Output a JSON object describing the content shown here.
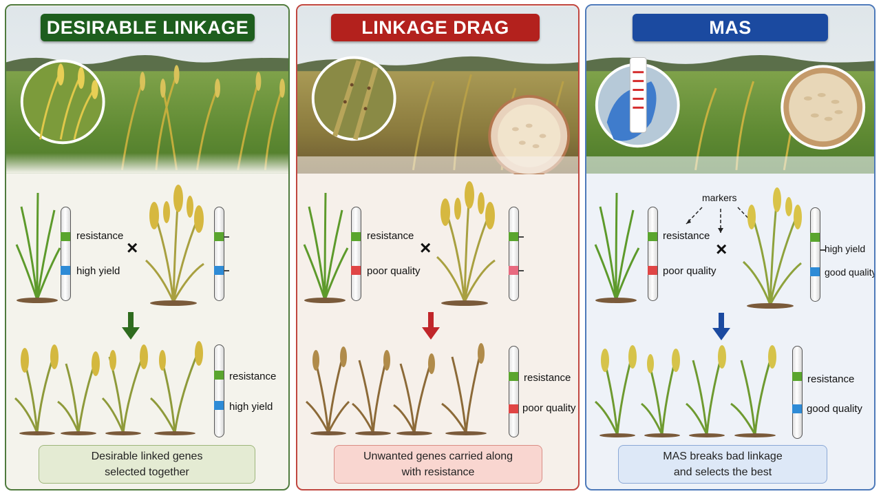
{
  "panels": [
    {
      "title": "DESIRABLE LINKAGE",
      "color": "#1e5e1e",
      "parent_labels": [
        "resistance",
        "high yield"
      ],
      "offspring_labels": [
        "resistance",
        "high yield"
      ],
      "caption_line1": "Desirable linked genes",
      "caption_line2": "selected together"
    },
    {
      "title": "LINKAGE DRAG",
      "color": "#b3211d",
      "parent_labels": [
        "resistance",
        "poor quality"
      ],
      "offspring_labels": [
        "resistance",
        "poor quality"
      ],
      "caption_line1": "Unwanted genes carried along",
      "caption_line2": "with resistance"
    },
    {
      "title": "MAS",
      "color": "#1b4aa0",
      "markers_label": "markers",
      "parent_labels": [
        "resistance",
        "poor quality"
      ],
      "donor_labels": [
        "high yield",
        "good quality"
      ],
      "offspring_labels": [
        "resistance",
        "good quality"
      ],
      "caption_line1": "MAS breaks bad linkage",
      "caption_line2": "and selects the best"
    }
  ],
  "cross_symbol": "×",
  "colors": {
    "resistance": "#5aa52e",
    "high_yield": "#2e8bd6",
    "poor_quality": "#e04545",
    "pink_band": "#e86a80"
  }
}
